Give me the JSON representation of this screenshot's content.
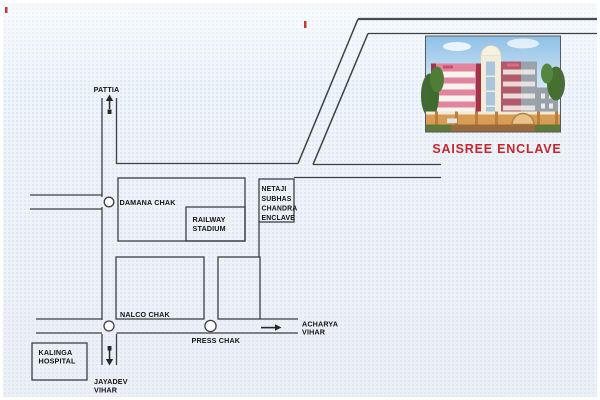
{
  "title": "SAISREE ENCLAVE",
  "labels": {
    "pattia": "PATTIA",
    "damana_chak": "DAMANA CHAK",
    "railway_1": "RAILWAY",
    "railway_2": "STADIUM",
    "netaji_1": "NETAJI",
    "netaji_2": "SUBHAS",
    "netaji_3": "CHANDRA",
    "netaji_4": "ENCLAVE",
    "nalco_chak": "NALCO CHAK",
    "press_chak": "PRESS CHAK",
    "acharya_1": "ACHARYA",
    "acharya_2": "VIHAR",
    "kalinga_1": "KALINGA",
    "kalinga_2": "HOSPITAL",
    "jayadev_1": "JAYADEV",
    "jayadev_2": "VIHAR"
  },
  "colors": {
    "title_red": "#c9252b",
    "road": "#3c4145",
    "background": "#eef4fb",
    "label": "#141414"
  }
}
